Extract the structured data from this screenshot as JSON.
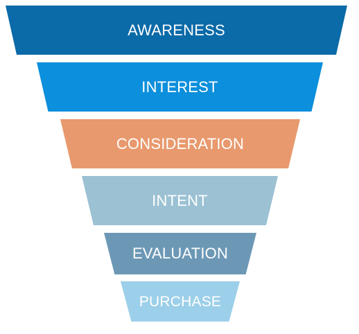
{
  "funnel": {
    "stages": [
      {
        "label": "AWARENESS",
        "color": "#0b6aa8"
      },
      {
        "label": "INTEREST",
        "color": "#0c8fdc"
      },
      {
        "label": "CONSIDERATION",
        "color": "#e8996d"
      },
      {
        "label": "INTENT",
        "color": "#9bc1d3"
      },
      {
        "label": "EVALUATION",
        "color": "#6c98b5"
      },
      {
        "label": "PURCHASE",
        "color": "#9ccfe9"
      }
    ]
  }
}
